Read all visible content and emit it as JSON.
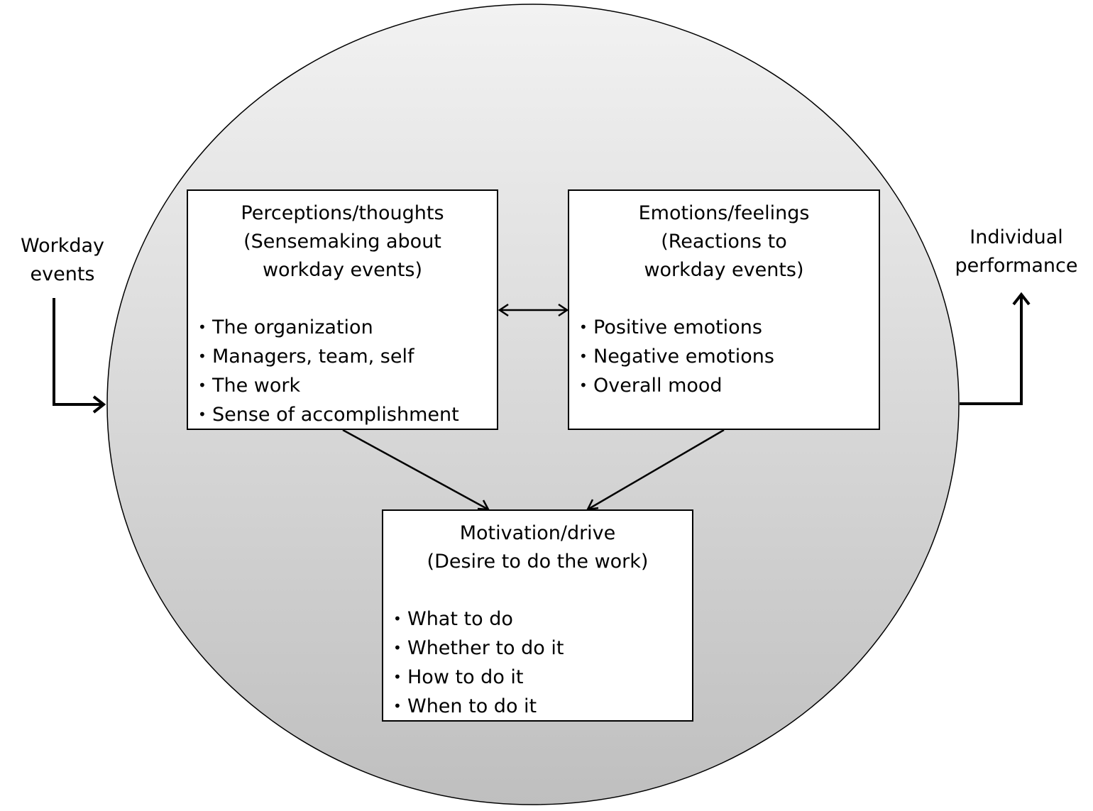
{
  "input_label": [
    "Workday",
    "events"
  ],
  "output_label": [
    "Individual",
    "performance"
  ],
  "boxes": {
    "perceptions": {
      "heading": [
        "Perceptions/thoughts",
        "(Sensemaking about",
        "workday events)"
      ],
      "items": [
        "The organization",
        "Managers, team, self",
        "The work",
        "Sense of accomplishment"
      ]
    },
    "emotions": {
      "heading": [
        "Emotions/feelings",
        "(Reactions to",
        "workday events)"
      ],
      "items": [
        "Positive emotions",
        "Negative emotions",
        "Overall mood"
      ]
    },
    "motivation": {
      "heading": [
        "Motivation/drive",
        "(Desire to do the work)"
      ],
      "items": [
        "What to do",
        "Whether to do it",
        "How to do it",
        "When to do it"
      ]
    }
  },
  "colors": {
    "circle_gradient_top": "#f2f2f2",
    "circle_gradient_bottom": "#bfbfbf",
    "stroke": "#000000"
  }
}
